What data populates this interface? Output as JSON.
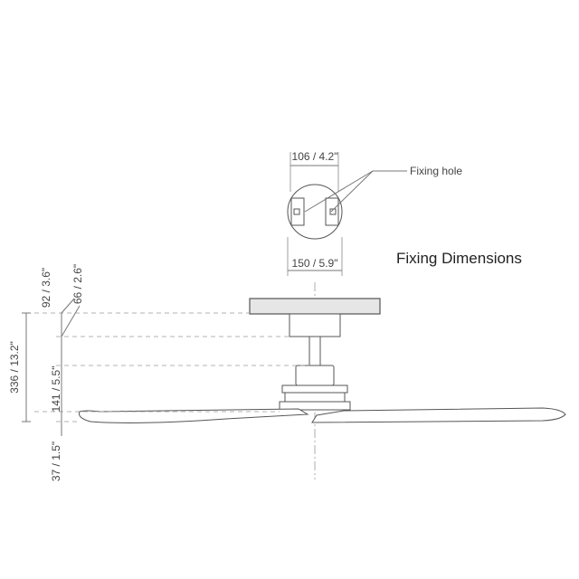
{
  "title": "Fixing Dimensions",
  "labels": {
    "hole_spacing": "106 / 4.2\"",
    "fixing_hole": "Fixing hole",
    "plate_diameter": "150 / 5.9\"",
    "total_drop": "336 / 13.2\"",
    "canopy_height": "92 / 3.6\"",
    "canopy_to_downrod": "66 / 2.6\"",
    "motor_height": "141 / 5.5\"",
    "blade_thickness": "37 / 1.5\""
  }
}
